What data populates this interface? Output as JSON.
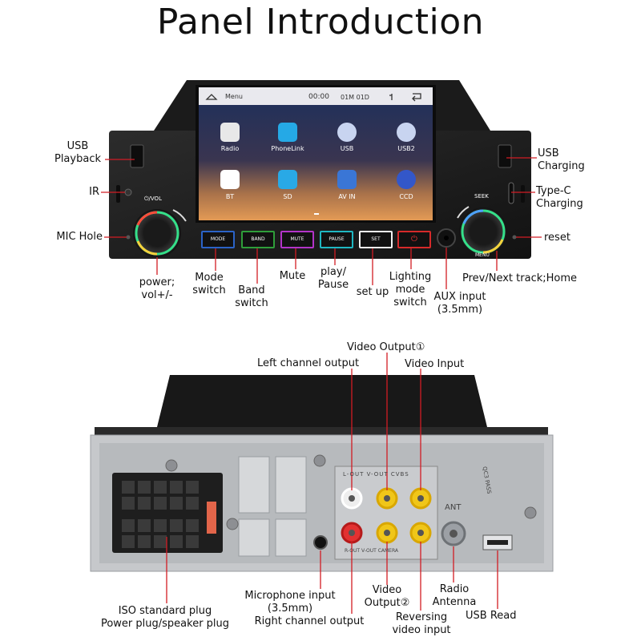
{
  "title": "Panel Introduction",
  "screen": {
    "menu_label": "Menu",
    "clock": "00:00",
    "date": "01M 01D",
    "apps": [
      "Radio",
      "PhoneLink",
      "USB",
      "USB2",
      "BT",
      "SD",
      "AV IN",
      "CCD"
    ]
  },
  "buttons": [
    "MODE",
    "BAND",
    "MUTE",
    "PAUSE",
    "SET",
    ""
  ],
  "knobs": {
    "left": "⏻/VOL",
    "right_top": "SEEK",
    "right_bottom": "MENU"
  },
  "front_labels": {
    "usb_playback": [
      "USB",
      "Playback"
    ],
    "ir": "IR",
    "mic_hole": "MIC Hole",
    "power": [
      "power;",
      "vol+/-"
    ],
    "mode_switch": [
      "Mode",
      "switch"
    ],
    "band_switch": [
      "Band",
      "switch"
    ],
    "mute": "Mute",
    "play_pause": [
      "play/",
      "Pause"
    ],
    "set_up": "set up",
    "lighting": [
      "Lighting",
      "mode",
      "switch"
    ],
    "aux": [
      "AUX input",
      "(3.5mm)"
    ],
    "usb_charging": [
      "USB",
      "Charging"
    ],
    "type_c": [
      "Type-C",
      "Charging"
    ],
    "reset": "reset",
    "prev_next": "Prev/Next track;Home"
  },
  "rear_labels": {
    "video_output_1": "Video Output①",
    "left_channel": "Left channel output",
    "video_input": "Video Input",
    "iso_plug": [
      "ISO standard plug",
      "Power plug/speaker plug"
    ],
    "microphone": [
      "Microphone input",
      "(3.5mm)"
    ],
    "right_channel": "Right channel output",
    "video_output_2": [
      "Video",
      "Output②"
    ],
    "reversing": [
      "Reversing",
      "video input"
    ],
    "radio_antenna": [
      "Radio",
      "Antenna"
    ],
    "usb_read": "USB Read"
  },
  "rear_text": {
    "top_row": "L-OUT  V-OUT  CVBS",
    "bottom_row": "R-OUT  V-OUT  CAMERA",
    "ant": "ANT",
    "qc": "QC3 PASS"
  },
  "colors": {
    "red_line": "#d21c24",
    "mode": "#2b63c7",
    "band": "#2f9e3a",
    "mute": "#b234c8",
    "pause": "#1fb7c2",
    "set": "#f2f2f2",
    "light": "#d62a2a"
  }
}
